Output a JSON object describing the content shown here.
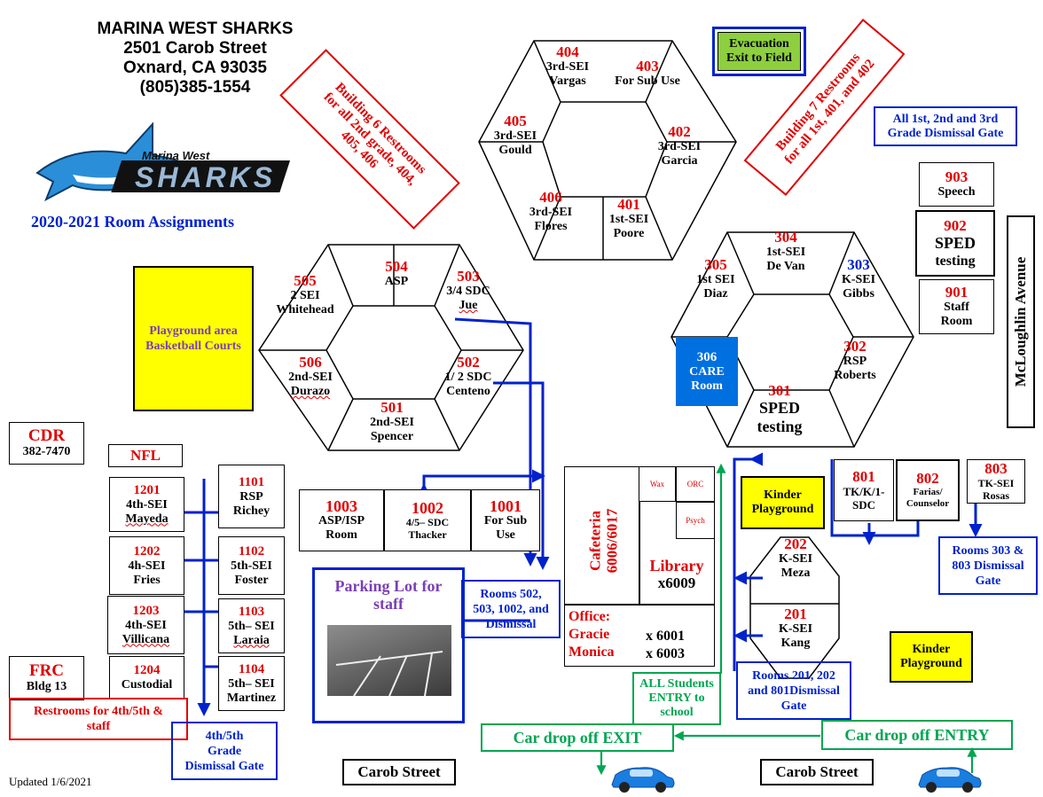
{
  "header": {
    "school": "MARINA WEST SHARKS",
    "street": "2501 Carob Street",
    "city": "Oxnard, CA  93035",
    "phone": "(805)385-1554",
    "logo_text_top": "Marina West",
    "logo_text_main": "SHARKS",
    "year_label": "2020-2021 Room  Assignments"
  },
  "notes": {
    "evacuation": [
      "Evacuation",
      "Exit to Field"
    ],
    "bldg6_restrooms": [
      "Building 6 Restrooms",
      "for  all 2nd  grade, 404,",
      "405, 406"
    ],
    "bldg7_restrooms": [
      "Building 7 Restrooms",
      "for all 1st, 401, and 402"
    ],
    "gate_123": [
      "All 1st, 2nd and 3rd",
      "Grade Dismissal Gate"
    ],
    "street_right": "McLoughlin Avenue",
    "playground_area": [
      "Playground area",
      "Basketball Courts"
    ],
    "updated": "Updated 1/6/2021"
  },
  "hex400": {
    "r404": {
      "num": "404",
      "lines": [
        "3rd-SEI",
        "Vargas"
      ]
    },
    "r403": {
      "num": "403",
      "lines": [
        "For Sub Use"
      ]
    },
    "r405": {
      "num": "405",
      "lines": [
        "3rd-SEI",
        "Gould"
      ]
    },
    "r402": {
      "num": "402",
      "lines": [
        "3rd-SEI",
        "Garcia"
      ]
    },
    "r406": {
      "num": "406",
      "lines": [
        "3rd-SEI",
        "Flores"
      ]
    },
    "r401": {
      "num": "401",
      "lines": [
        "1st-SEI",
        "Poore"
      ]
    }
  },
  "hex500": {
    "r505": {
      "num": "505",
      "lines": [
        "2 SEI",
        "Whitehead"
      ]
    },
    "r504": {
      "num": "504",
      "lines": [
        "ASP"
      ]
    },
    "r503": {
      "num": "503",
      "lines": [
        "3/4 SDC",
        "Jue"
      ]
    },
    "r506": {
      "num": "506",
      "lines": [
        "2nd-SEI",
        "Durazo"
      ]
    },
    "r502": {
      "num": "502",
      "lines": [
        "1/ 2 SDC",
        "Centeno"
      ]
    },
    "r501": {
      "num": "501",
      "lines": [
        "2nd-SEI",
        "Spencer"
      ]
    }
  },
  "hex300": {
    "r304": {
      "num": "304",
      "lines": [
        "1st-SEI",
        "De Van"
      ]
    },
    "r305": {
      "num": "305",
      "lines": [
        "1st SEI",
        "Diaz"
      ]
    },
    "r303": {
      "num": "303",
      "lines": [
        "K-SEI",
        "Gibbs"
      ]
    },
    "r306": {
      "num": "306",
      "lines": [
        "CARE",
        "Room"
      ]
    },
    "r302": {
      "num": "302",
      "lines": [
        "RSP",
        "Roberts"
      ]
    },
    "r301": {
      "num": "301",
      "lines": [
        "SPED",
        "testing"
      ]
    }
  },
  "bldg900": {
    "r903": {
      "num": "903",
      "lines": [
        "Speech"
      ]
    },
    "r902": {
      "num": "902",
      "lines": [
        "SPED",
        "testing"
      ]
    },
    "r901": {
      "num": "901",
      "lines": [
        "Staff",
        "Room"
      ]
    }
  },
  "left_bldgs": {
    "cdr": {
      "title": "CDR",
      "sub": "382-7470"
    },
    "nfl": "NFL",
    "frc": {
      "title": "FRC",
      "sub": "Bldg 13"
    }
  },
  "bldg1200": [
    {
      "num": "1201",
      "lines": [
        "4th-SEI",
        "Mayeda"
      ]
    },
    {
      "num": "1202",
      "lines": [
        "4h-SEI",
        "Fries"
      ]
    },
    {
      "num": "1203",
      "lines": [
        "4th-SEI",
        "Villicana"
      ]
    },
    {
      "num": "1204",
      "lines": [
        "Custodial"
      ]
    }
  ],
  "bldg1100": [
    {
      "num": "1101",
      "lines": [
        "RSP",
        "Richey"
      ]
    },
    {
      "num": "1102",
      "lines": [
        "5th-SEI",
        "Foster"
      ]
    },
    {
      "num": "1103",
      "lines": [
        "5th– SEI",
        "Laraia"
      ]
    },
    {
      "num": "1104",
      "lines": [
        "5th– SEI",
        "Martinez"
      ]
    }
  ],
  "bldg1000": [
    {
      "num": "1003",
      "lines": [
        "ASP/ISP",
        "Room"
      ]
    },
    {
      "num": "1002",
      "lines": [
        "4/5– SDC",
        "Thacker"
      ]
    },
    {
      "num": "1001",
      "lines": [
        "For Sub",
        "Use"
      ]
    }
  ],
  "center": {
    "cafeteria": [
      "Cafeteria",
      "6006/6017"
    ],
    "small1": "Wax",
    "small2": "ORC",
    "small3": "Psych",
    "library": [
      "Library",
      "x6009"
    ],
    "office_title": [
      "Office:",
      "Gracie",
      "Monica"
    ],
    "office_ext": [
      "x 6001",
      "x 6003"
    ]
  },
  "bldg800": [
    {
      "num": "801",
      "lines": [
        "TK/K/1-",
        "SDC"
      ]
    },
    {
      "num": "802",
      "lines": [
        "Farias/",
        "Counselor"
      ]
    },
    {
      "num": "803",
      "lines": [
        "TK-SEI",
        "Rosas"
      ]
    }
  ],
  "bldg200": [
    {
      "num": "202",
      "lines": [
        "K-SEI",
        "Meza"
      ]
    },
    {
      "num": "201",
      "lines": [
        "K-SEI",
        "Kang"
      ]
    }
  ],
  "kinder1": [
    "Kinder",
    "Playground"
  ],
  "kinder2": [
    "Kinder",
    "Playground"
  ],
  "parking": [
    "Parking Lot for",
    "staff"
  ],
  "gates": {
    "g502": [
      "Rooms 502,",
      "503, 1002, and",
      "Dismissal"
    ],
    "g303": [
      "Rooms 303 &",
      "803 Dismissal",
      "Gate"
    ],
    "g201": [
      "Rooms 201,  202",
      "and 801Dismissal",
      "Gate"
    ],
    "g45": [
      "4th/5th",
      "Grade",
      "Dismissal Gate"
    ],
    "restroom45": [
      "Restrooms for  4th/5th &",
      "staff"
    ],
    "allentry": [
      "ALL Students",
      "ENTRY to",
      "school"
    ]
  },
  "drop": {
    "exit": "Car drop off EXIT",
    "entry": "Car drop off ENTRY"
  },
  "streets": {
    "left": "Carob Street",
    "right": "Carob Street"
  },
  "colors": {
    "red": "#e00000",
    "blue": "#0022cc",
    "green": "#00a651",
    "yellow": "#ffff00",
    "care": "#0070e0"
  }
}
